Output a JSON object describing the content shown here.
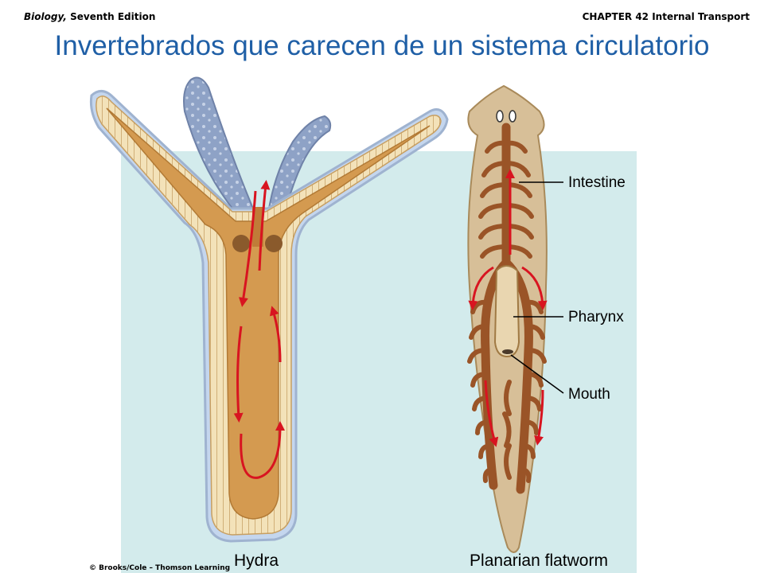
{
  "header": {
    "book_title": "Biology,",
    "edition": " Seventh Edition",
    "chapter": "CHAPTER 42 Internal Transport"
  },
  "title": "Invertebrados que carecen de un sistema circulatorio",
  "figure": {
    "hydra_label": "Hydra",
    "planarian_label": "Planarian flatworm",
    "labels": {
      "intestine": "Intestine",
      "pharynx": "Pharynx",
      "mouth": "Mouth"
    },
    "copyright": "© Brooks/Cole – Thomson Learning",
    "colors": {
      "background_panel": "#d3ebec",
      "hydra_body": "#d49a50",
      "hydra_wall": "#f3e2b9",
      "hydra_outline": "#9fb3d0",
      "planarian_body": "#d7bf98",
      "intestine": "#9a5427",
      "arrow": "#d81420"
    }
  }
}
